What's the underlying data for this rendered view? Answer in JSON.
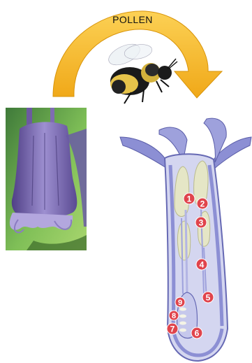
{
  "arrow": {
    "label": "POLLEN",
    "color": "#f5b51f"
  },
  "bee": {
    "icon": "bumblebee-icon"
  },
  "photo": {
    "icon": "bluebell-flower-photo"
  },
  "section": {
    "icon": "bluebell-cross-section",
    "markers": [
      {
        "label": "1"
      },
      {
        "label": "2"
      },
      {
        "label": "3"
      },
      {
        "label": "4"
      },
      {
        "label": "5"
      },
      {
        "label": "6"
      },
      {
        "label": "7"
      },
      {
        "label": "8"
      },
      {
        "label": "9"
      }
    ]
  },
  "colors": {
    "marker": "#e0444c",
    "petal": "#8c8fd4",
    "petal_inner": "#d4d6f0",
    "anther": "#e5e6c6"
  }
}
